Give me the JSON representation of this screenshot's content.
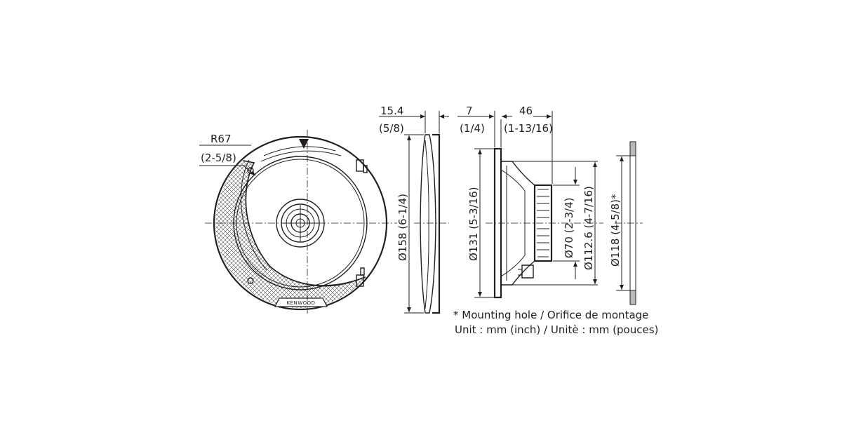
{
  "front_view": {
    "radius_label": "R67",
    "radius_inch_label": "(2-5/8)",
    "brand_text": "KENWOOD"
  },
  "grille_profile": {
    "depth_label": "15.4",
    "depth_inch_label": "(5/8)",
    "diameter_label": "Ø158 (6-1/4)"
  },
  "side_view": {
    "flange_label": "7",
    "flange_inch_label": "(1/4)",
    "depth_label": "46",
    "depth_inch_label": "(1-13/16)",
    "frame_diameter_label": "Ø131 (5-3/16)",
    "magnet_diameter_label": "Ø70 (2-3/4)",
    "basket_diameter_label": "Ø112.6 (4-7/16)"
  },
  "mounting_view": {
    "hole_diameter_label": "Ø118 (4-5/8)*"
  },
  "notes": {
    "mounting_hole": "* Mounting hole / Orifice de montage",
    "units": "Unit : mm (inch) / Unitè : mm (pouces)"
  }
}
